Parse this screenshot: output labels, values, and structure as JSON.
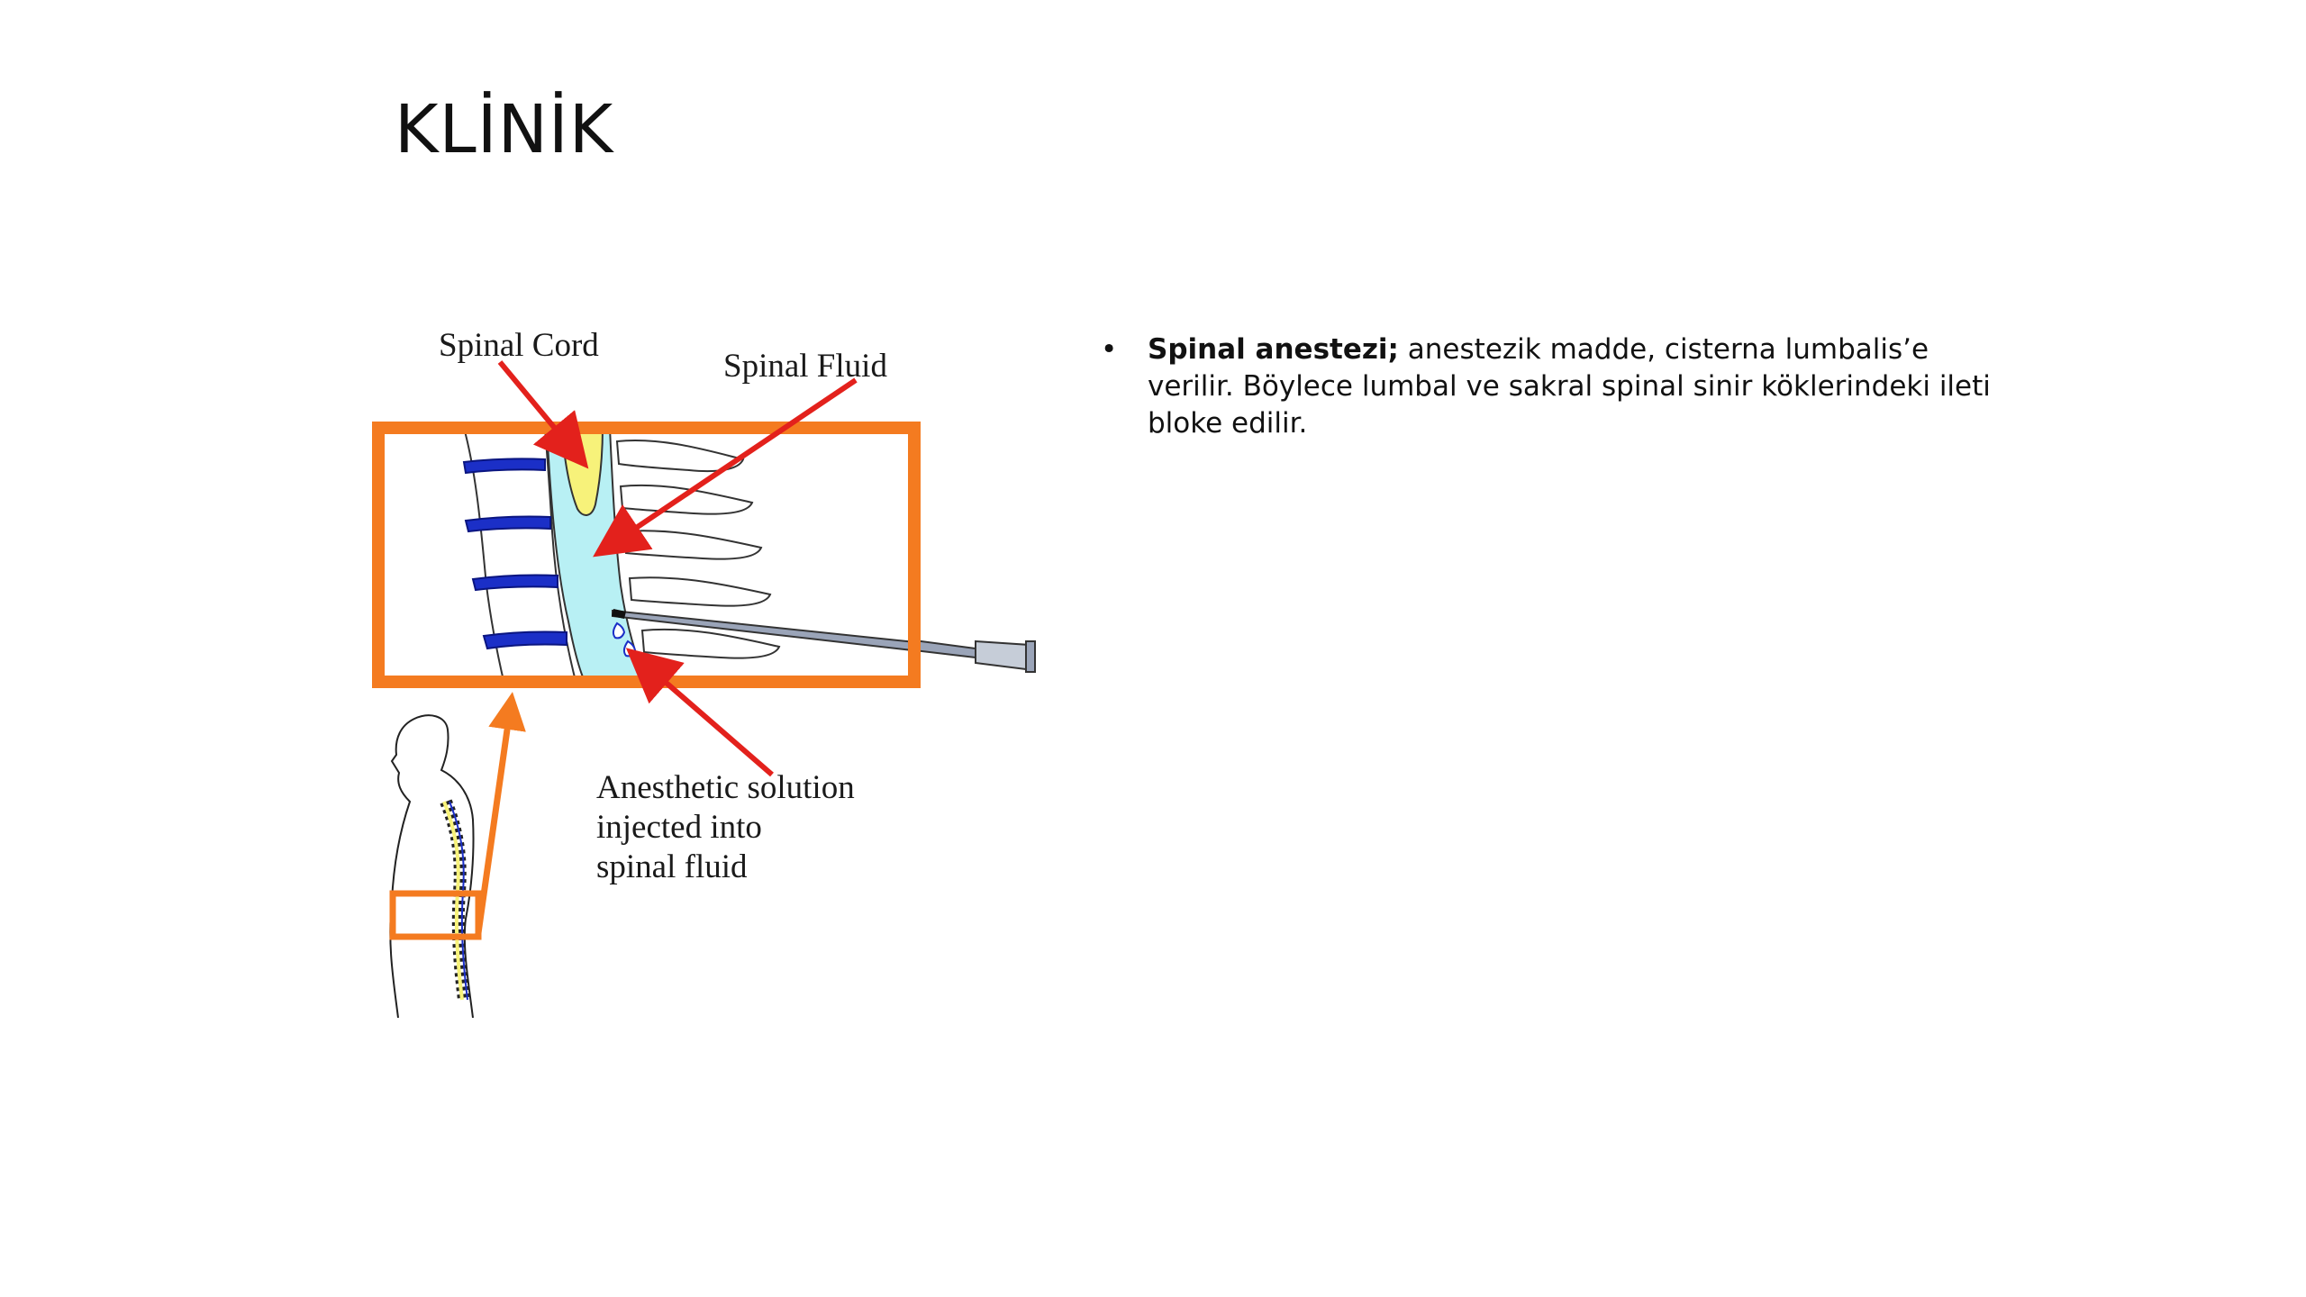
{
  "slide": {
    "title": "KLİNİK"
  },
  "bullet": {
    "bold": "Spinal anestezi;",
    "text": " anestezik madde, cisterna lumbalis’e verilir. Böylece lumbal ve sakral spinal sinir köklerindeki ileti bloke edilir."
  },
  "diagram": {
    "labels": {
      "spinal_cord": "Spinal Cord",
      "spinal_fluid": "Spinal Fluid",
      "anesthetic_line1": "Anesthetic solution",
      "anesthetic_line2": "injected into",
      "anesthetic_line3": "spinal fluid"
    },
    "colors": {
      "frame": "#f47b20",
      "arrow": "#e3211c",
      "disc": "#1b2fc7",
      "spinal_cord": "#f7f27a",
      "spinal_fluid": "#b8f0f4",
      "needle": "#9aa4b8"
    }
  }
}
